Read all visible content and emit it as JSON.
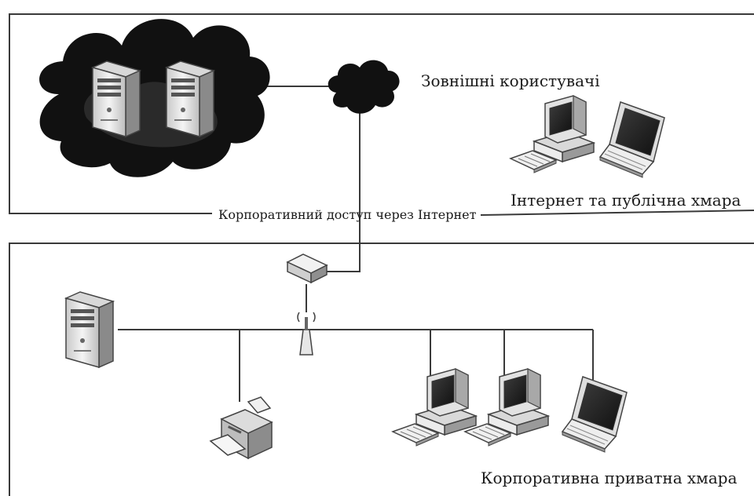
{
  "labels": {
    "external_users": "Зовнішні користувачі",
    "internet_public_cloud": "Інтернет та публічна хмара",
    "corporate_access": "Корпоративний доступ через Інтернет",
    "corporate_private_cloud": "Корпоративна приватна хмара"
  },
  "colors": {
    "line": "#3a3a3a",
    "cloud": "#111111",
    "device_light": "#e8e8e8",
    "device_dark": "#6a6a6a"
  },
  "icons": [
    "cloud-icon",
    "server-icon",
    "desktop-computer-icon",
    "laptop-icon",
    "router-icon",
    "wireless-access-point-icon",
    "printer-icon",
    "keyboard-icon"
  ]
}
